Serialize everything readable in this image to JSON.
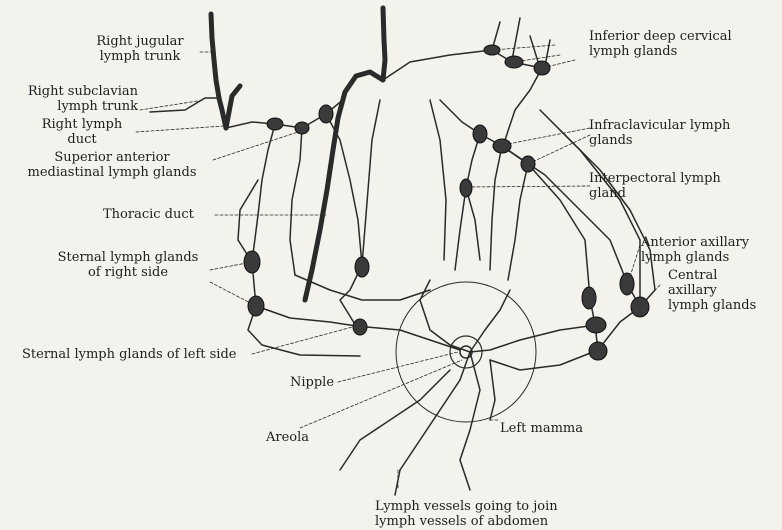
{
  "colors": {
    "ink": "#2a2a2a",
    "paper": "#f4f2ec",
    "gland": "#3a3a3a"
  },
  "labels": {
    "right_jugular": "Right jugular\nlymph trunk",
    "right_subclavian": "Right subclavian\nlymph trunk",
    "right_lymph_duct": "Right lymph\nduct",
    "superior_anterior": "Superior anterior\nmediastinal lymph glands",
    "thoracic_duct": "Thoracic duct",
    "sternal_right": "Sternal lymph glands\nof right side",
    "sternal_left": "Sternal lymph glands of left side",
    "nipple": "Nipple",
    "areola": "Areola",
    "left_mamma": "Left mamma",
    "lymph_vessels_abdomen": "Lymph vessels going to join\nlymph vessels of abdomen",
    "inferior_deep_cervical": "Inferior deep cervical\nlymph glands",
    "infraclavicular": "Infraclavicular lymph\nglands",
    "interpectoral": "Interpectoral lymph\ngland",
    "anterior_axillary": "Anterior axillary\nlymph glands",
    "central_axillary": "Central\naxillary\nlymph glands"
  }
}
